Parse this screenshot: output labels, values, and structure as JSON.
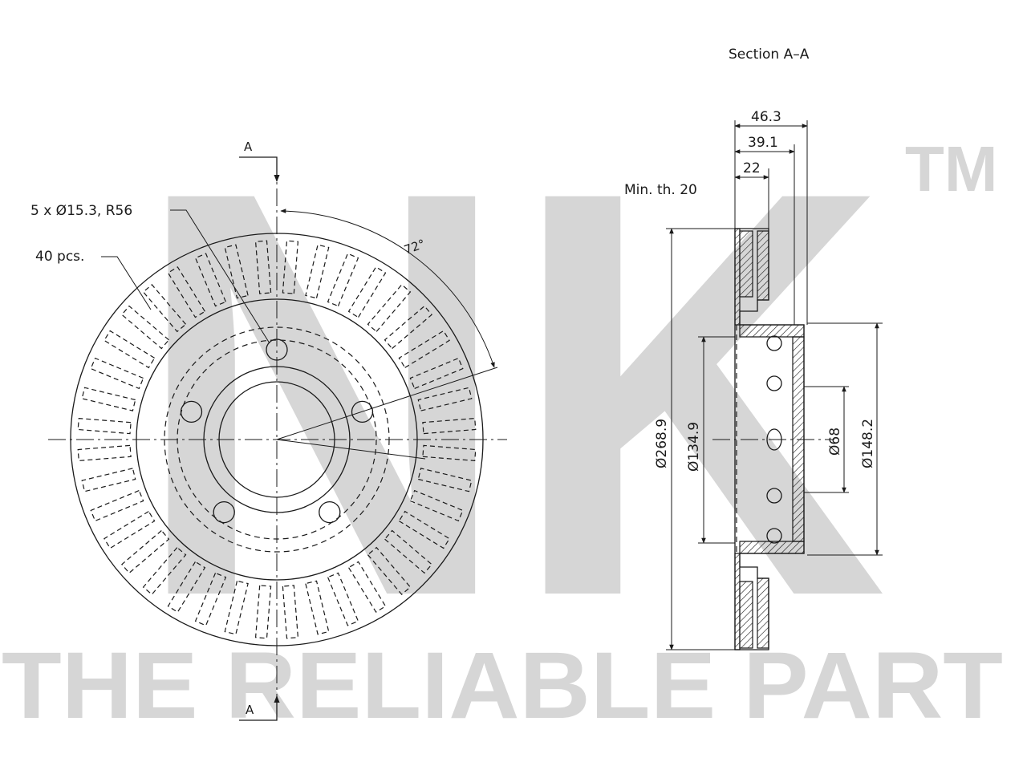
{
  "watermark": {
    "logo": "NK",
    "trademark": "TM",
    "slogan": "THE RELIABLE PART"
  },
  "front_view": {
    "section_marker_top": "A",
    "section_marker_bottom": "A",
    "bolt_callout": "5 x Ø15.3, R56",
    "vanes_callout": "40 pcs.",
    "angle_label": "72°",
    "bolt_count": 5,
    "vane_count": 40
  },
  "section_view": {
    "title": "Section A–A",
    "min_thickness": "Min. th. 20",
    "dimensions": {
      "overall_height": "46.3",
      "hat_depth": "39.1",
      "disc_thickness": "22",
      "outer_diameter": "Ø268.9",
      "hat_inner_diameter": "Ø134.9",
      "center_bore": "Ø68",
      "hat_outer_diameter": "Ø148.2"
    }
  }
}
